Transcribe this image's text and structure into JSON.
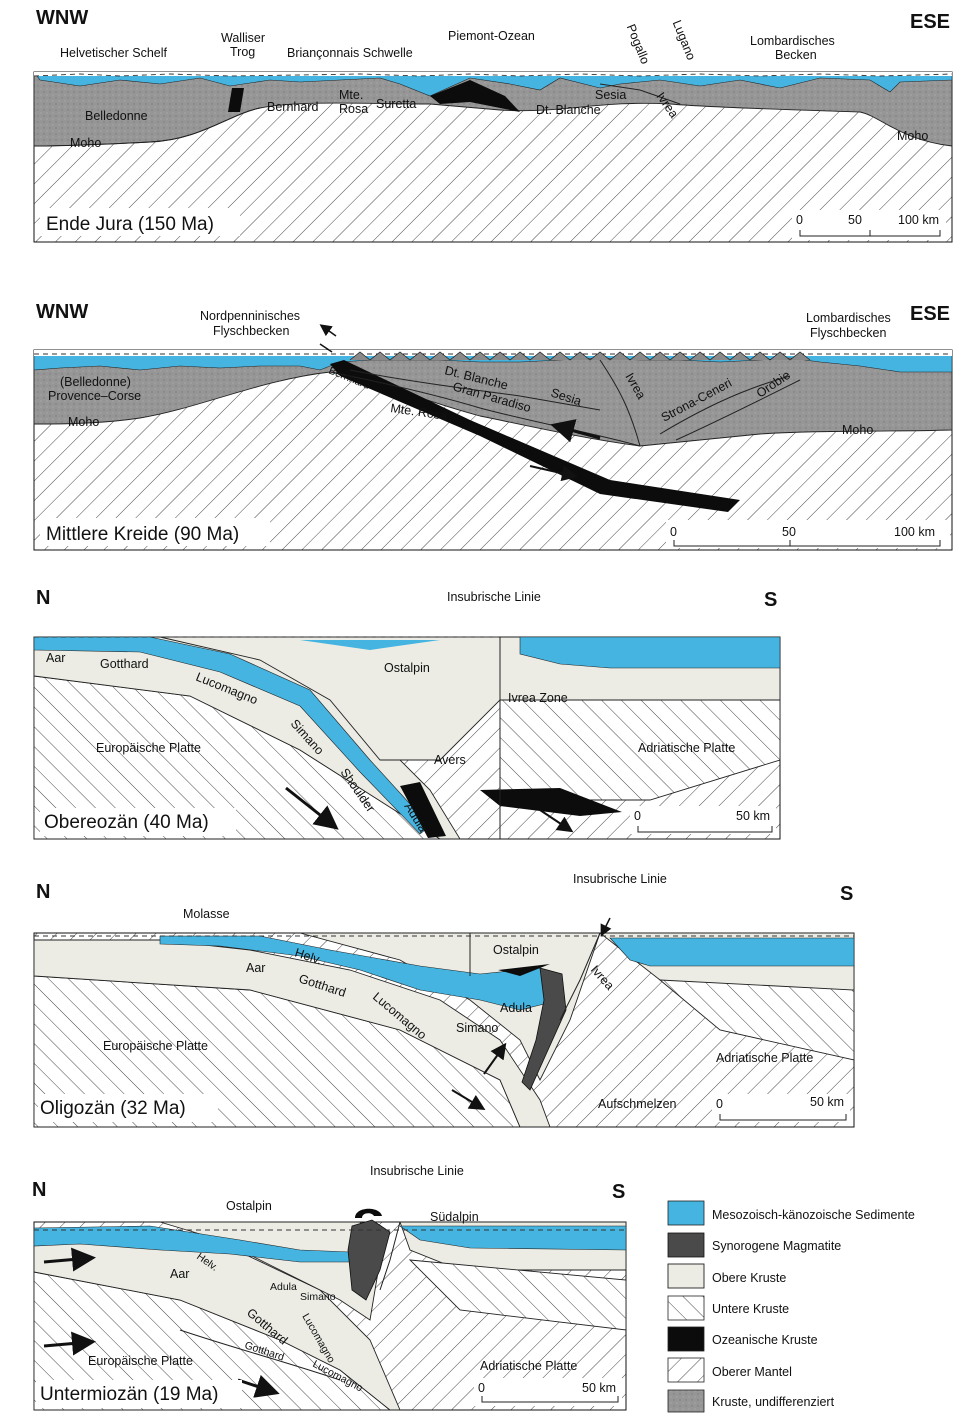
{
  "panels": {
    "p1": {
      "dir_left": "WNW",
      "dir_right": "ESE",
      "title": "Ende Jura (150 Ma)",
      "labels": {
        "helvetischer": "Helvetischer Schelf",
        "walliser1": "Walliser",
        "walliser2": "Trog",
        "brianconnais": "Briançonnais Schwelle",
        "piemont": "Piemont-Ozean",
        "pogallo": "Pogallo",
        "lugano": "Lugano",
        "lomb1": "Lombardisches",
        "lomb2": "Becken",
        "belledonne": "Belledonne",
        "bernhard": "Bernhard",
        "mte": "Mte.",
        "rosa": "Rosa",
        "suretta": "Suretta",
        "sesia": "Sesia",
        "ivrea": "Ivrea",
        "dtblanche": "Dt. Blanche",
        "moho_l": "Moho",
        "moho_r": "Moho"
      },
      "scale": [
        "0",
        "50",
        "100 km"
      ]
    },
    "p2": {
      "dir_left": "WNW",
      "dir_right": "ESE",
      "title": "Mittlere Kreide (90 Ma)",
      "labels": {
        "nord1": "Nordpenninisches",
        "nord2": "Flyschbecken",
        "lomb1": "Lombardisches",
        "lomb2": "Flyschbecken",
        "belledonne": "(Belledonne)",
        "provence": "Provence–Corse",
        "bernhard": "Bernhard",
        "dtblanche": "Dt. Blanche",
        "gran": "Gran Paradiso",
        "mterosa": "Mte. Rosa",
        "sesia": "Sesia",
        "ivrea": "Ivrea",
        "strona": "Strona-Ceneri",
        "orobie": "Orobie",
        "moho_l": "Moho",
        "moho_r": "Moho"
      },
      "scale": [
        "0",
        "50",
        "100 km"
      ]
    },
    "p3": {
      "dir_left": "N",
      "dir_right": "S",
      "title": "Obereozän (40 Ma)",
      "labels": {
        "insubrische": "Insubrische Linie",
        "aar": "Aar",
        "gotthard": "Gotthard",
        "lucomagno": "Lucomagno",
        "ostalpin": "Ostalpin",
        "ivrea": "Ivrea Zone",
        "euro": "Europäische Platte",
        "adria": "Adriatische Platte",
        "simano": "Simano",
        "shoulder": "Shoulder",
        "avers": "Avers",
        "adula": "Adula"
      },
      "scale": [
        "0",
        "50 km"
      ]
    },
    "p4": {
      "dir_left": "N",
      "dir_right": "S",
      "title": "Oligozän (32 Ma)",
      "labels": {
        "insubrische": "Insubrische Linie",
        "molasse": "Molasse",
        "helv": "Helv.",
        "ostalpin": "Ostalpin",
        "aar": "Aar",
        "gotthard": "Gotthard",
        "lucomagno": "Lucomagno",
        "adula": "Adula",
        "simano": "Simano",
        "ivrea": "Ivrea",
        "euro": "Europäische Platte",
        "adria": "Adriatische Platte",
        "aufschmelzen": "Aufschmelzen"
      },
      "scale": [
        "0",
        "50 km"
      ]
    },
    "p5": {
      "dir_left": "N",
      "dir_right": "S",
      "title": "Untermiozän (19 Ma)",
      "labels": {
        "insubrische": "Insubrische Linie",
        "ostalpin": "Ostalpin",
        "suedalpin": "Südalpin",
        "aar": "Aar",
        "helv": "Helv.",
        "adula": "Adula",
        "simano": "Simano",
        "gotthard": "Gotthard",
        "lucomagno": "Lucomagno",
        "gotthard2": "Gotthard",
        "lucomagno2": "Lucomagno",
        "euro": "Europäische Platte",
        "adria": "Adriatische Platte"
      },
      "scale": [
        "0",
        "50 km"
      ]
    }
  },
  "legend": [
    {
      "label": "Mesozoisch-känozoische Sedimente",
      "swatch": "sediments"
    },
    {
      "label": "Synorogene Magmatite",
      "swatch": "magmatite"
    },
    {
      "label": "Obere Kruste",
      "swatch": "upper-crust"
    },
    {
      "label": "Untere Kruste",
      "swatch": "lower-crust"
    },
    {
      "label": "Ozeanische Kruste",
      "swatch": "oceanic-crust"
    },
    {
      "label": "Oberer Mantel",
      "swatch": "upper-mantle"
    },
    {
      "label": "Kruste, undifferenziert",
      "swatch": "undifferentiated-crust"
    }
  ],
  "colors": {
    "sediments": "#45b4e0",
    "magmatite": "#4a4a4a",
    "upper_crust": "#ecece5",
    "oceanic": "#0c0c0c",
    "undiff": "#969696"
  }
}
